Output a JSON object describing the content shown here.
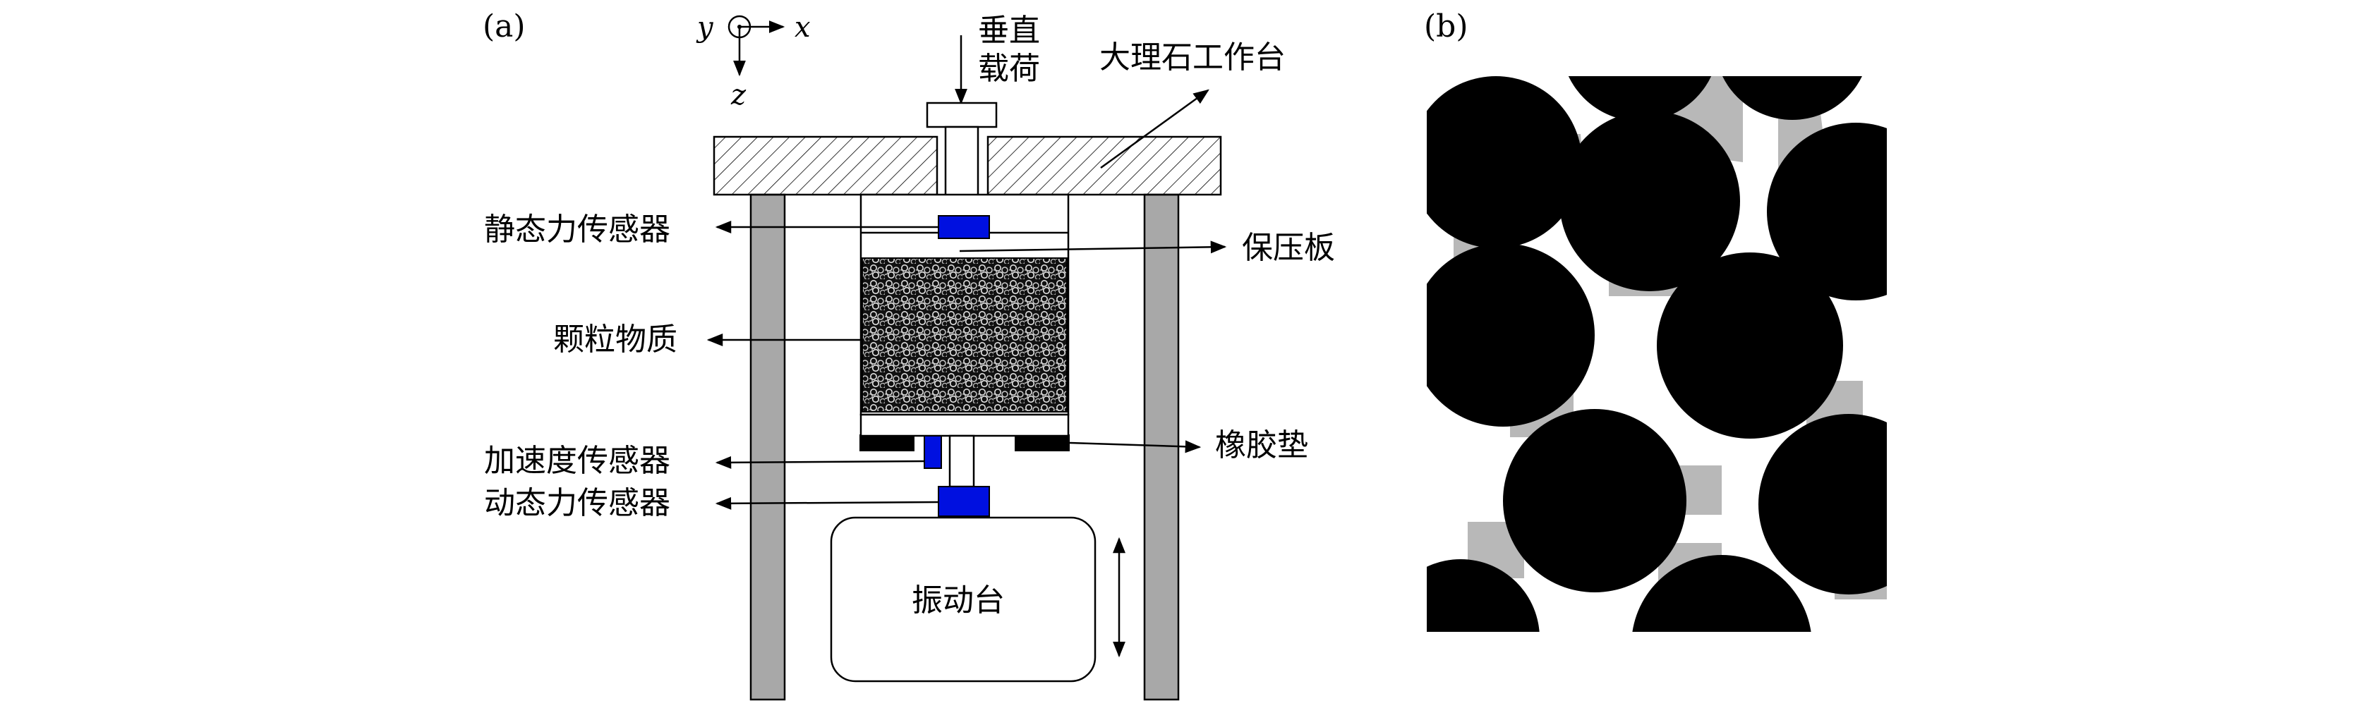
{
  "panel_a": {
    "label": "(a)",
    "axes": {
      "y": "y",
      "x": "x",
      "z": "z"
    },
    "labels": {
      "vertical_load_line1": "垂直",
      "vertical_load_line2": "载荷",
      "marble_table": "大理石工作台",
      "static_force_sensor": "静态力传感器",
      "pressure_plate": "保压板",
      "granular_material": "颗粒物质",
      "accelerometer": "加速度传感器",
      "rubber_pad": "橡胶垫",
      "dynamic_force_sensor": "动态力传感器",
      "shaker": "振动台"
    }
  },
  "panel_b": {
    "label": "(b)"
  },
  "colors": {
    "sensor": "#0010e0",
    "frame": "#a8a8a8",
    "particle": "#000000",
    "contact": "#b8b8b8"
  }
}
